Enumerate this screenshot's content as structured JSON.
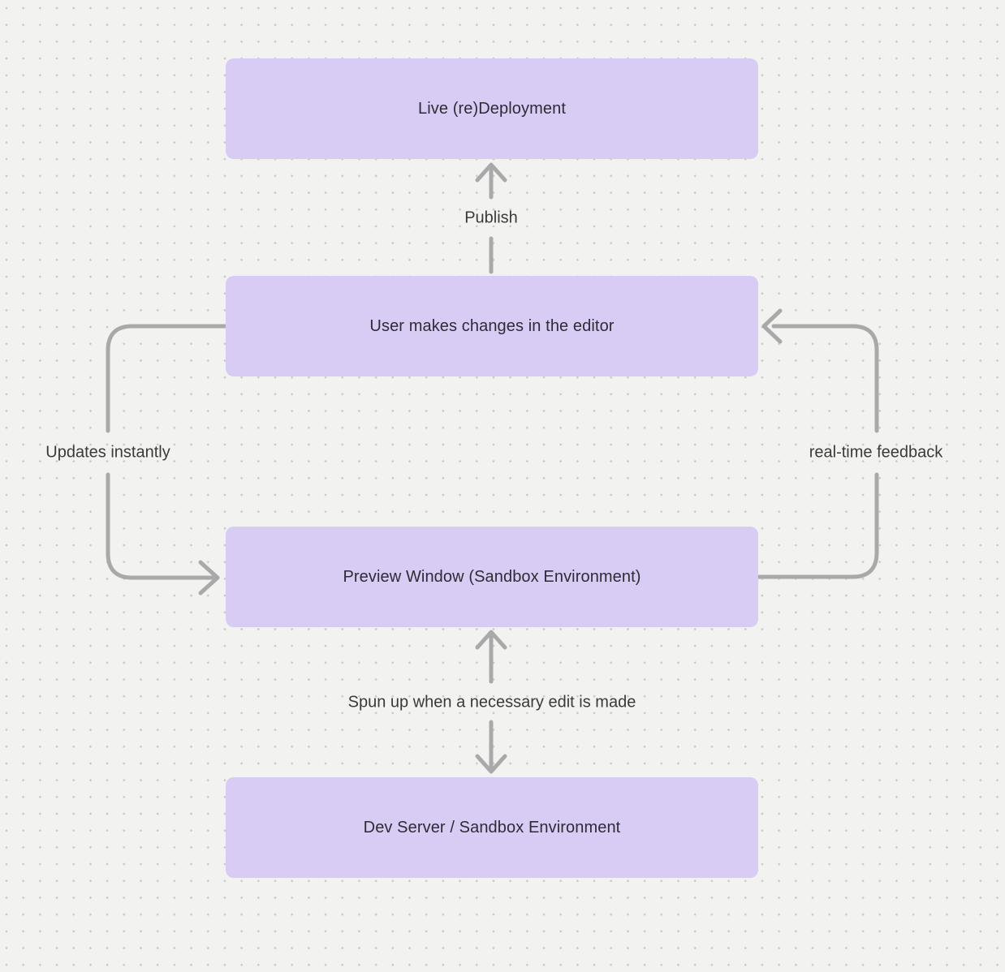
{
  "diagram": {
    "type": "flowchart",
    "nodes": [
      {
        "id": "live-redeployment",
        "label": "Live (re)Deployment"
      },
      {
        "id": "user-changes",
        "label": "User makes changes in the editor"
      },
      {
        "id": "preview-window",
        "label": "Preview Window (Sandbox Environment)"
      },
      {
        "id": "dev-server",
        "label": "Dev Server / Sandbox Environment"
      }
    ],
    "edges": [
      {
        "from": "user-changes",
        "to": "live-redeployment",
        "label": "Publish",
        "direction": "up"
      },
      {
        "from": "user-changes",
        "to": "preview-window",
        "label": "Updates instantly",
        "direction": "left-loop-down"
      },
      {
        "from": "preview-window",
        "to": "user-changes",
        "label": "real-time feedback",
        "direction": "right-loop-up"
      },
      {
        "from": "dev-server",
        "to": "preview-window",
        "label": "Spun up when a necessary edit is made",
        "direction": "bidirectional"
      }
    ],
    "edge_labels": {
      "publish": "Publish",
      "updates_instantly": "Updates instantly",
      "realtime_feedback": "real-time feedback",
      "spun_up": "Spun up when a necessary edit is made"
    },
    "colors": {
      "canvas_background": "#f2f2f1",
      "dot_grid": "#c9c9c9",
      "node_fill": "#d8ccf5",
      "node_text": "#2e2b35",
      "edge_stroke": "#a9a9a9",
      "label_text": "#3a3a3a"
    }
  }
}
